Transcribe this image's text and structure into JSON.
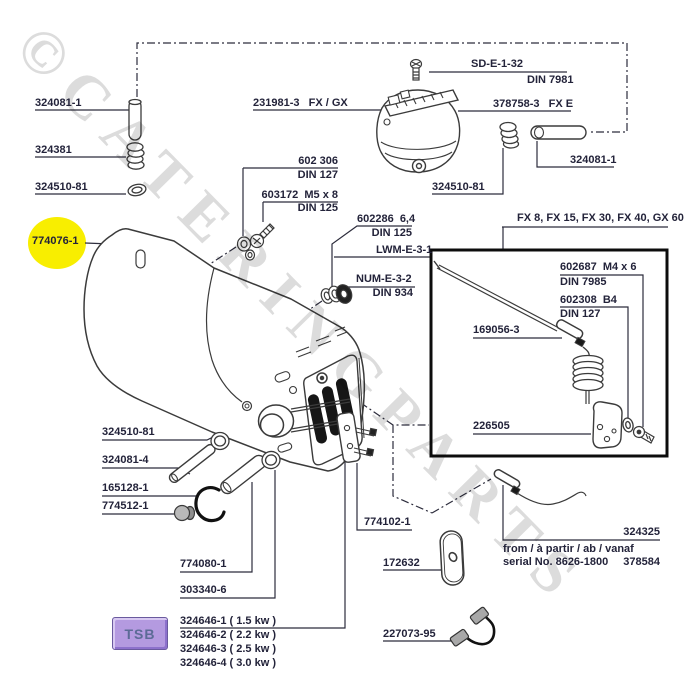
{
  "watermark": {
    "text": "©CATERINGPARTS"
  },
  "tsb": {
    "label": "TSB"
  },
  "colors": {
    "highlight_yellow": "#f8ee00",
    "tsb_purple": "#b49ae0",
    "ink": "#23233a"
  },
  "parts": {
    "p324081_1a": "324081-1",
    "p324381": "324381",
    "p324510_81a": "324510-81",
    "p774076_1": "774076-1",
    "p231981_3": "231981-3   FX / GX",
    "sd_e_1_32": "SD-E-1-32",
    "din7981": "DIN 7981",
    "p378758_3": "378758-3   FX E",
    "p324081_1b": "324081-1",
    "p324510_81b": "324510-81",
    "p602306": "602 306",
    "din127a": "DIN 127",
    "p603172": "603172  M5 x 8",
    "din125a": "DIN 125",
    "p602286": "602286  6,4",
    "din125b": "DIN 125",
    "lwm": "LWM-E-3-1",
    "num": "NUM-E-3-2",
    "din934": "DIN 934",
    "fx_models": "FX 8, FX 15, FX 30, FX 40, GX 60",
    "p602687": "602687  M4 x 6",
    "din7985": "DIN 7985",
    "p602308": "602308  B4",
    "din127b": "DIN 127",
    "p169056_3": "169056-3",
    "p226505": "226505",
    "p324510_81c": "324510-81",
    "p324081_4": "324081-4",
    "p165128_1": "165128-1",
    "p774512_1": "774512-1",
    "p774080_1": "774080-1",
    "p303340_6": "303340-6",
    "p324646_1": "324646-1 ( 1.5 kw )",
    "p324646_2": "324646-2 ( 2.2 kw )",
    "p324646_3": "324646-3 ( 2.5 kw )",
    "p324646_4": "324646-4 ( 3.0 kw )",
    "p774102_1": "774102-1",
    "p172632": "172632",
    "p227073_95": "227073-95",
    "p324325": "324325",
    "from_note": "from / à partir / ab / vanaf",
    "serial_note": "serial No. 8626-1800",
    "p378584": "378584"
  }
}
